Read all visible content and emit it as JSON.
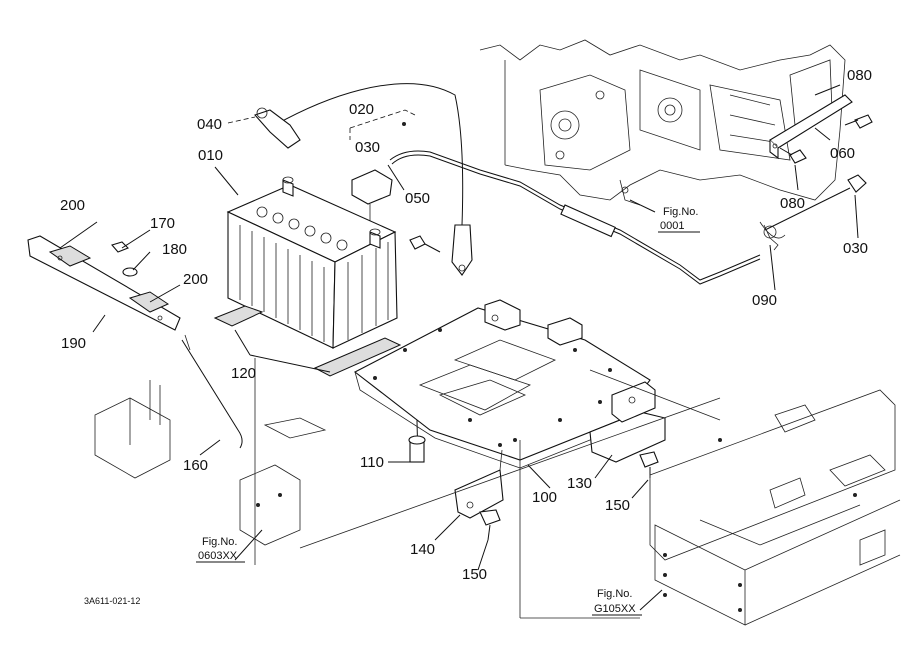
{
  "diagram": {
    "drawing_code": "3A611-021-12",
    "callouts": [
      {
        "id": "c040",
        "text": "040"
      },
      {
        "id": "c020",
        "text": "020"
      },
      {
        "id": "c030a",
        "text": "030"
      },
      {
        "id": "c010",
        "text": "010"
      },
      {
        "id": "c050",
        "text": "050"
      },
      {
        "id": "c080a",
        "text": "080"
      },
      {
        "id": "c060",
        "text": "060"
      },
      {
        "id": "c080b",
        "text": "080"
      },
      {
        "id": "c030b",
        "text": "030"
      },
      {
        "id": "c090",
        "text": "090"
      },
      {
        "id": "c200a",
        "text": "200"
      },
      {
        "id": "c170",
        "text": "170"
      },
      {
        "id": "c180",
        "text": "180"
      },
      {
        "id": "c200b",
        "text": "200"
      },
      {
        "id": "c190",
        "text": "190"
      },
      {
        "id": "c120",
        "text": "120"
      },
      {
        "id": "c160",
        "text": "160"
      },
      {
        "id": "c110",
        "text": "110"
      },
      {
        "id": "c100",
        "text": "100"
      },
      {
        "id": "c130",
        "text": "130"
      },
      {
        "id": "c150a",
        "text": "150"
      },
      {
        "id": "c140",
        "text": "140"
      },
      {
        "id": "c150b",
        "text": "150"
      }
    ],
    "fig_refs": [
      {
        "id": "fig0001",
        "label": "Fig.No.",
        "number": "0001"
      },
      {
        "id": "fig0603",
        "label": "Fig.No.",
        "number": "0603XX"
      },
      {
        "id": "figG105",
        "label": "Fig.No.",
        "number": "G105XX"
      }
    ]
  }
}
